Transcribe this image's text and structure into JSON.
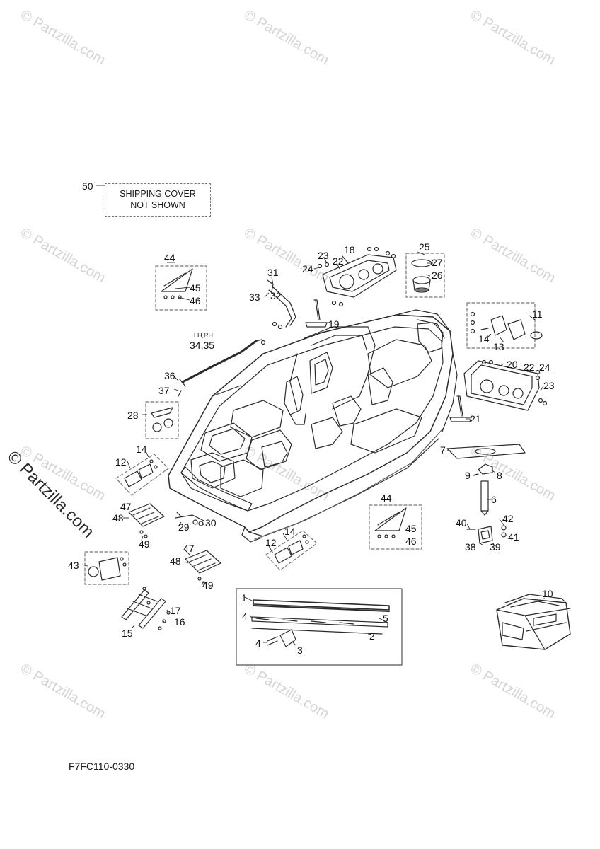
{
  "watermarks": {
    "text": "© Partzilla.com",
    "side_text": "© Partzilla.com"
  },
  "note": {
    "line1": "SHIPPING COVER",
    "line2": "NOT SHOWN"
  },
  "drawing_number": "F7FC110-0330",
  "callouts": {
    "c50": "50",
    "c44a": "44",
    "c45a": "45",
    "c46a": "46",
    "c23a": "23",
    "c24a": "24",
    "c22a": "22",
    "c18": "18",
    "c25": "25",
    "c27": "27",
    "c26": "26",
    "c31": "31",
    "c33": "33",
    "c32": "32",
    "c19": "19",
    "c11": "11",
    "c14a": "14",
    "c13": "13",
    "c20": "20",
    "c22b": "22",
    "c24b": "24",
    "c23b": "23",
    "c21": "21",
    "c_lhrh": "LH,RH",
    "c3435": "34,35",
    "c36": "36",
    "c37": "37",
    "c28": "28",
    "c14b": "14",
    "c12a": "12",
    "c7": "7",
    "c9": "9",
    "c8": "8",
    "c6": "6",
    "c40": "40",
    "c42": "42",
    "c41": "41",
    "c38": "38",
    "c39": "39",
    "c47a": "47",
    "c48a": "48",
    "c49a": "49",
    "c29": "29",
    "c30": "30",
    "c44b": "44",
    "c45b": "45",
    "c46b": "46",
    "c14c": "14",
    "c12b": "12",
    "c47b": "47",
    "c48b": "48",
    "c49b": "49",
    "c43": "43",
    "c1": "1",
    "c4a": "4",
    "c5": "5",
    "c2": "2",
    "c4b": "4",
    "c3": "3",
    "c10": "10",
    "c17": "17",
    "c16": "16",
    "c15": "15"
  },
  "colors": {
    "line": "#2b2b2b",
    "watermark": "#d4d4d4",
    "dashed_box": "#777777"
  }
}
